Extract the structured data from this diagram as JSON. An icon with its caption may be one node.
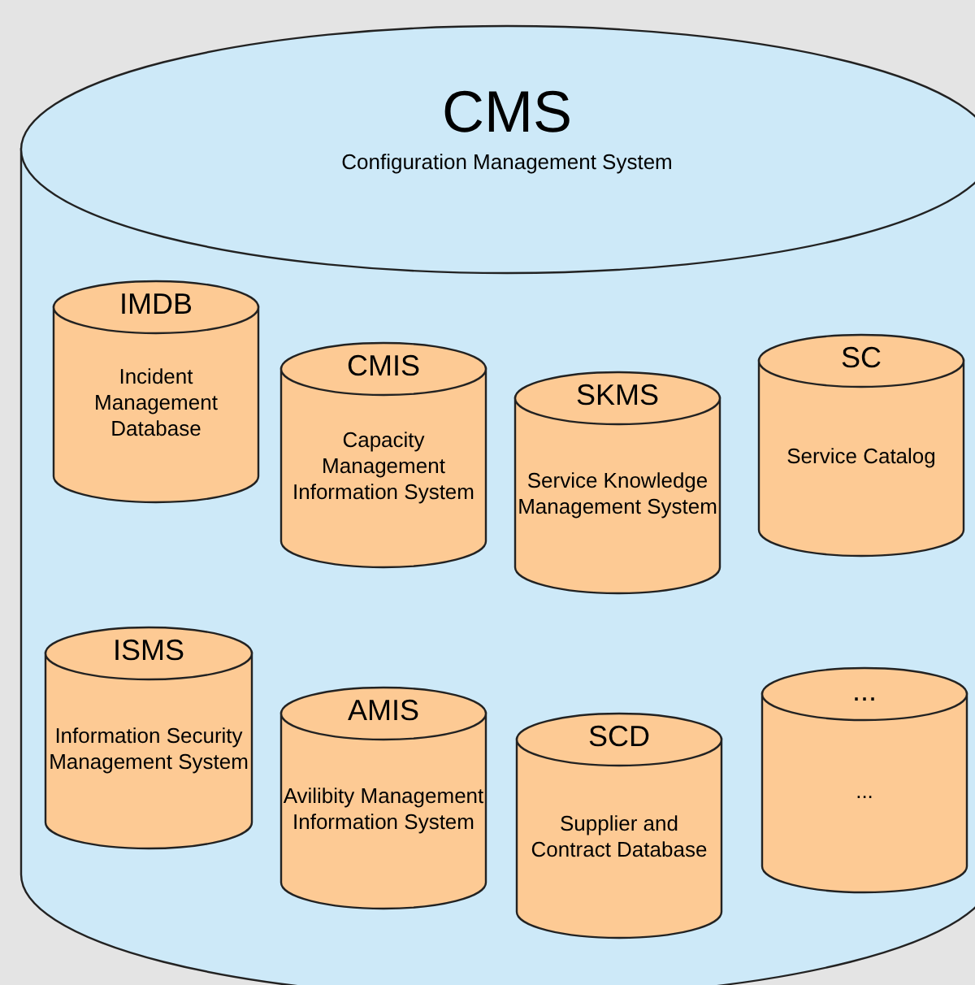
{
  "diagram": {
    "nodes": [
      {
        "text": [
          "CMS",
          "Configuration Management System"
        ]
      },
      {
        "text": [
          "IMDB",
          "Incident Management Database"
        ],
        "in": 0
      },
      {
        "text": [
          "CMIS",
          "Capacity Management Information System"
        ],
        "in": 0
      },
      {
        "text": [
          "SKMS",
          "Service Knowledge Management System"
        ],
        "in": 0
      },
      {
        "text": [
          "SC",
          "Service Catalog"
        ],
        "in": 0
      },
      {
        "text": [
          "ISMS",
          "Information Security Management System"
        ],
        "in": 0
      },
      {
        "text": [
          "AMIS",
          "Avilibity Management Information System"
        ],
        "in": 0
      },
      {
        "text": [
          "SCD",
          "Supplier and Contract Database"
        ],
        "in": 0
      },
      {
        "text": [
          "...",
          "..."
        ],
        "in": 0
      }
    ],
    "edges": []
  }
}
